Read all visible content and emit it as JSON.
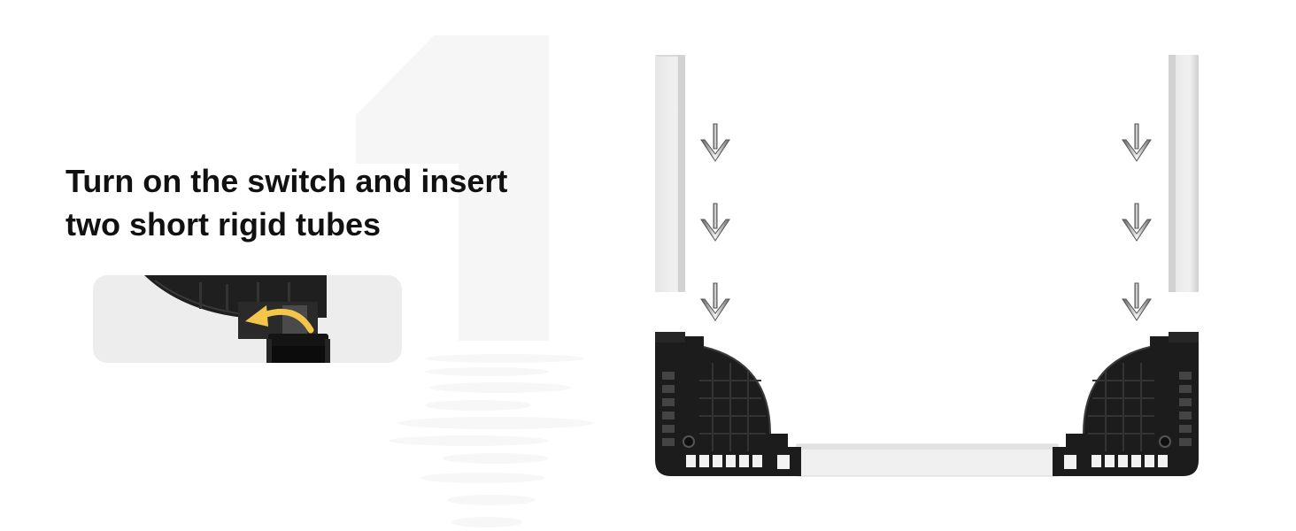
{
  "step": {
    "number": "1",
    "heading_lines": [
      "Turn on the switch and insert",
      "two short rigid tubes"
    ]
  },
  "colors": {
    "text": "#111111",
    "card_bg": "#ededed",
    "plastic": "#1c1c1c",
    "tube": "#ededed",
    "switch_arrow": "#f3c54a"
  },
  "icons": {
    "switch_arrow": "curved-arrow-icon",
    "insert_arrows": "down-arrow-icon"
  }
}
